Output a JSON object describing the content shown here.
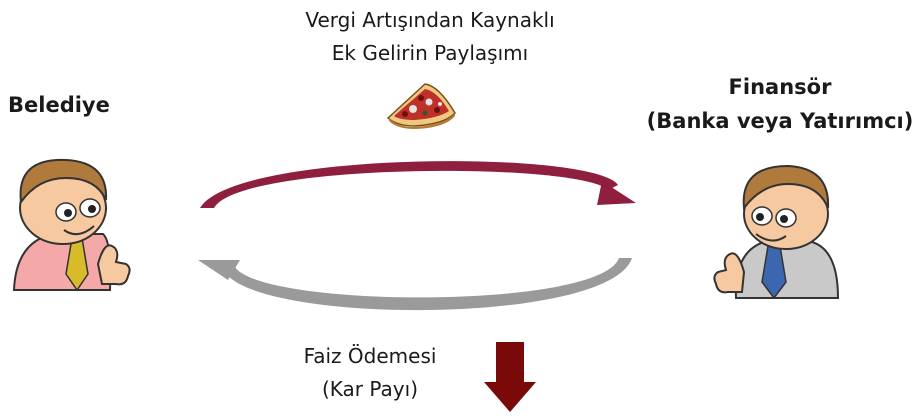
{
  "top_caption": {
    "line1": "Vergi Artışından Kaynaklı",
    "line2": "Ek Gelirin Paylaşımı"
  },
  "left_party": {
    "label": "Belediye"
  },
  "right_party": {
    "line1": "Finansör",
    "line2": "(Banka veya Yatırımcı)"
  },
  "bottom_caption": {
    "line1": "Faiz Ödemesi",
    "line2": "(Kar Payı)"
  },
  "icons": [
    "pizza-slice-icon",
    "municipality-person-icon",
    "financier-person-icon",
    "down-arrow-icon"
  ],
  "colors": {
    "top_arrow": "#8e1f3e",
    "bottom_arrow": "#9a9a9a",
    "down_arrow": "#7a0a0a"
  }
}
